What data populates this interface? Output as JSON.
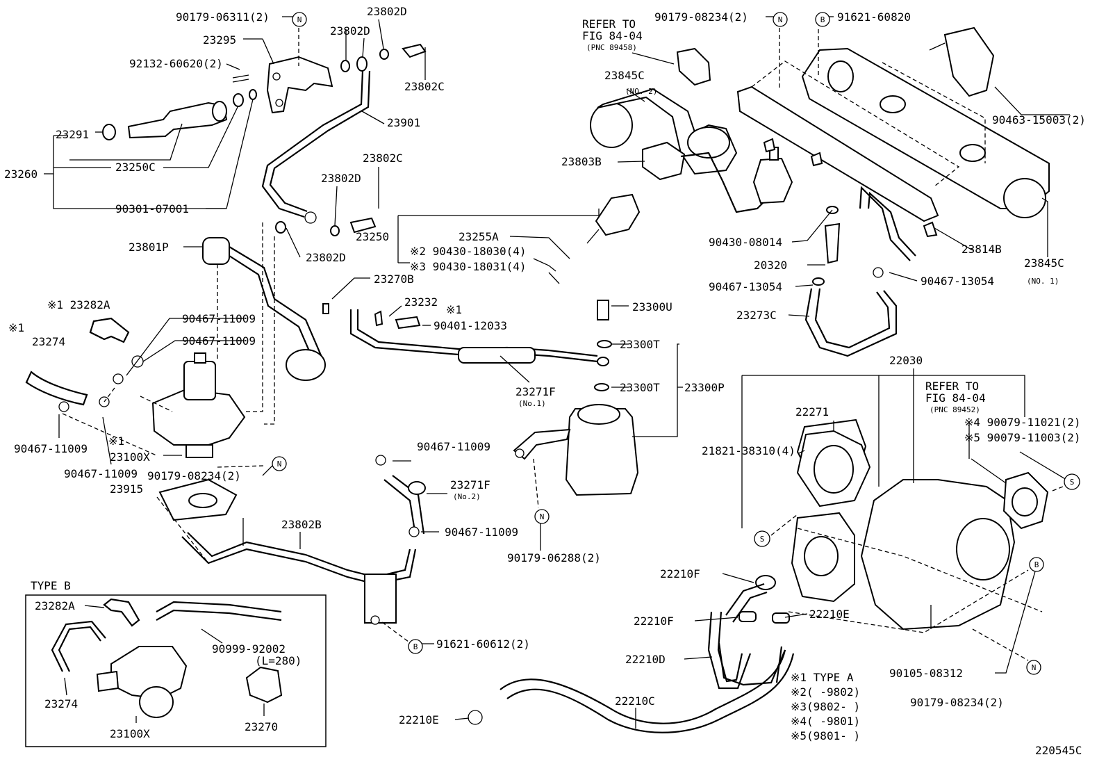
{
  "labels": {
    "p_90179_06311": "90179-06311(2)",
    "p_23295": "23295",
    "p_92132_60620": "92132-60620(2)",
    "p_23291": "23291",
    "p_23260": "23260",
    "p_23250C": "23250C",
    "p_90301_07001": "90301-07001",
    "p_23802D_a": "23802D",
    "p_23802D_b": "23802D",
    "p_23802C_a": "23802C",
    "p_23901": "23901",
    "p_23802C_b": "23802C",
    "p_23802D_c": "23802D",
    "p_23802D_d": "23802D",
    "p_23801P": "23801P",
    "p_23250": "23250",
    "p_23255A": "23255A",
    "p_90430_18030": "※2 90430-18030(4)",
    "p_90430_18031": "※3 90430-18031(4)",
    "p_23282A": "※1 23282A",
    "p_90467_11009_a": "90467-11009",
    "p_90467_11009_b": "90467-11009",
    "p_23274_mark": "※1",
    "p_23274": "23274",
    "p_90467_11009_c": "90467-11009",
    "p_23100X_mark": "※1",
    "p_23100X": "23100X",
    "p_90467_11009_d": "90467-11009",
    "p_90179_08234_a": "90179-08234(2)",
    "p_23915": "23915",
    "p_23270B": "23270B",
    "p_23232": "23232",
    "p_23232_mark": "※1",
    "p_90401_12033": "90401-12033",
    "p_23271F_1": "23271F",
    "p_23271F_1_sub": "(No.1)",
    "p_90467_11009_e": "90467-11009",
    "p_23271F_2": "23271F",
    "p_23271F_2_sub": "(No.2)",
    "p_90467_11009_f": "90467-11009",
    "p_23802B": "23802B",
    "p_91621_60612": "91621-60612(2)",
    "p_90179_06288": "90179-06288(2)",
    "p_23300U": "23300U",
    "p_23300T_a": "23300T",
    "p_23300T_b": "23300T",
    "p_23300P": "23300P",
    "p_refer_a1": "REFER TO",
    "p_refer_a2": "FIG 84-04",
    "p_refer_a3": "(PNC 89458)",
    "p_90179_08234_b": "90179-08234(2)",
    "p_91621_60820": "91621-60820",
    "p_23845C_a": "23845C",
    "p_23845C_a_sub": "(NO. 2)",
    "p_23803B": "23803B",
    "p_90463_15003": "90463-15003(2)",
    "p_90430_08014": "90430-08014",
    "p_20320": "20320",
    "p_90467_13054_a": "90467-13054",
    "p_90467_13054_b": "90467-13054",
    "p_23814B": "23814B",
    "p_23845C_b": "23845C",
    "p_23845C_b_sub": "(NO. 1)",
    "p_23273C": "23273C",
    "p_22030": "22030",
    "p_22271": "22271",
    "p_21821_38310": "21821-38310(4)",
    "p_refer_b1": "REFER TO",
    "p_refer_b2": "FIG 84-04",
    "p_refer_b3": "(PNC 89452)",
    "p_90079_11021": "※4 90079-11021(2)",
    "p_90079_11003": "※5 90079-11003(2)",
    "p_22210F_a": "22210F",
    "p_22210F_b": "22210F",
    "p_22210E_a": "22210E",
    "p_22210D": "22210D",
    "p_22210C": "22210C",
    "p_22210E_b": "22210E",
    "p_90105_08312": "90105-08312",
    "p_90179_08234_c": "90179-08234(2)",
    "typeb_title": "TYPE B",
    "typeb_23282A": "23282A",
    "typeb_90999_92002": "90999-92002",
    "typeb_L280": "(L=280)",
    "typeb_23274": "23274",
    "typeb_23100X": "23100X",
    "typeb_23270": "23270",
    "legend_1": "※1  TYPE A",
    "legend_2": "※2(     -9802)",
    "legend_3": "※3(9802-     )",
    "legend_4": "※4(     -9801)",
    "legend_5": "※5(9801-     )",
    "diagram_id": "220545C"
  },
  "markers": {
    "N": "N",
    "B": "B",
    "S": "S"
  }
}
